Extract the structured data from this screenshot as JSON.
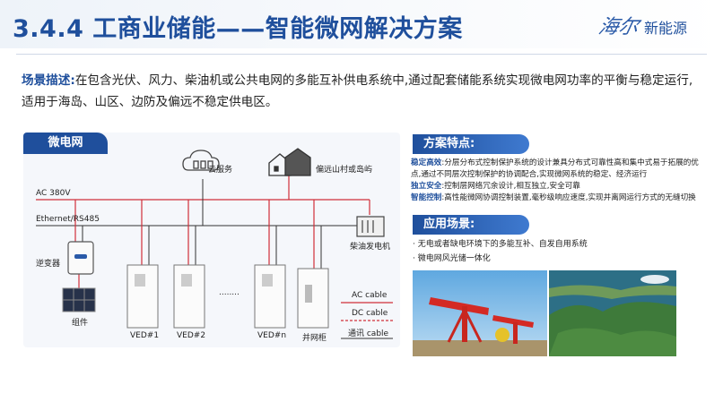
{
  "header": {
    "title": "3.4.4 工商业储能——智能微网解决方案",
    "logo_script": "海尔",
    "logo_text": "新能源"
  },
  "scene": {
    "label": "场景描述:",
    "text": "在包含光伏、风力、柴油机或公共电网的多能互补供电系统中,通过配套储能系统实现微电网功率的平衡与稳定运行,适用于海岛、山区、边防及偏远不稳定供电区。"
  },
  "diagram": {
    "tab": "微电网",
    "cloud": "云服务",
    "village": "偏远山村或岛屿",
    "ac_bus": "AC 380V",
    "eth_bus": "Ethernet/RS485",
    "inverter": "逆变器",
    "pv": "组件",
    "diesel": "柴油发电机",
    "ved1": "VED#1",
    "ved2": "VED#2",
    "vedn": "VED#n",
    "grid_cab": "并网柜",
    "dots": "........",
    "legend_ac": "AC cable",
    "legend_dc": "DC cable",
    "legend_comm": "通讯 cable",
    "colors": {
      "ac": "#d02f3a",
      "dc": "#d02f3a",
      "comm": "#333333"
    }
  },
  "features": {
    "title": "方案特点:",
    "items": [
      {
        "key": "稳定高效",
        "text": ":分层分布式控制保护系统的设计兼具分布式可靠性高和集中式易于拓展的优"
      },
      {
        "key": "",
        "text": "点,通过不同层次控制保护的协调配合,实现微网系统的稳定、经济运行"
      },
      {
        "key": "独立安全",
        "text": ":控制层网络冗余设计,相互独立,安全可靠"
      },
      {
        "key": "智能控制",
        "text": ":高性能微网协调控制装置,毫秒级响应速度,实现并离网运行方式的无缝切换"
      }
    ]
  },
  "usage": {
    "title": "应用场景:",
    "items": [
      "· 无电或者缺电环境下的多能互补、自发自用系统",
      "· 微电网风光储一体化"
    ]
  },
  "icons": {
    "cloud": "cloud-server-icon",
    "village": "village-icon",
    "diesel": "diesel-generator-icon",
    "inverter": "inverter-icon",
    "pv": "solar-panel-icon",
    "cabinet": "battery-cabinet-icon",
    "oil_photo": "oil-pump-photo",
    "island_photo": "island-photo"
  }
}
